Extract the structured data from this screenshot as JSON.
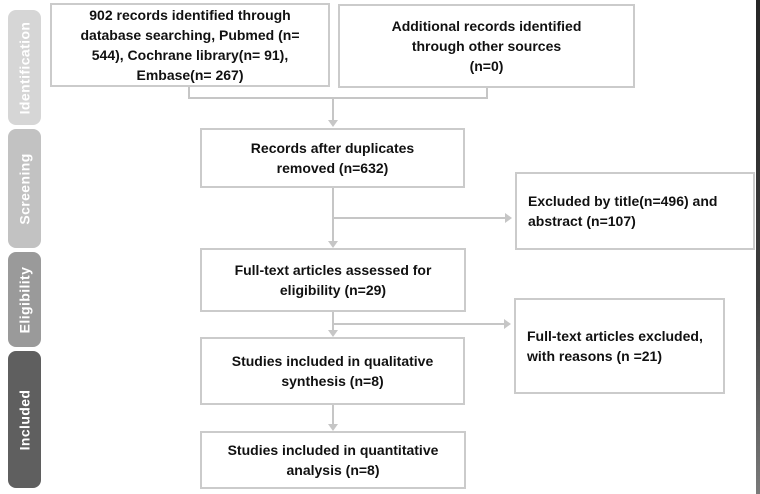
{
  "sidebar": {
    "stages": [
      {
        "label": "Identification",
        "color": "#d6d6d6"
      },
      {
        "label": "Screening",
        "color": "#c2c2c2"
      },
      {
        "label": "Eligibility",
        "color": "#9a9a9a"
      },
      {
        "label": "Included",
        "color": "#5f5f5f"
      }
    ]
  },
  "boxes": {
    "identified_database": "902 records identified through\ndatabase searching, Pubmed (n=\n544), Cochrane library(n= 91),\nEmbase(n= 267)",
    "identified_other": "Additional records identified\nthrough other sources\n(n=0)",
    "after_duplicates": "Records after duplicates\nremoved (n=632)",
    "excluded_title_abstract": "Excluded by title(n=496) and\nabstract (n=107)",
    "fulltext_assessed": "Full-text articles assessed for\neligibility (n=29)",
    "fulltext_excluded": "Full-text articles excluded,\nwith reasons (n =21)",
    "qualitative_synthesis": "Studies included in qualitative\nsynthesis (n=8)",
    "quantitative_analysis": "Studies included in quantitative\nanalysis (n=8)"
  },
  "colors": {
    "box_border": "#cbcbcb",
    "connector": "#c6c6c6",
    "box_text": "#111111",
    "stage_text": "#ffffff",
    "edge_bar": "#3d3d3d"
  }
}
